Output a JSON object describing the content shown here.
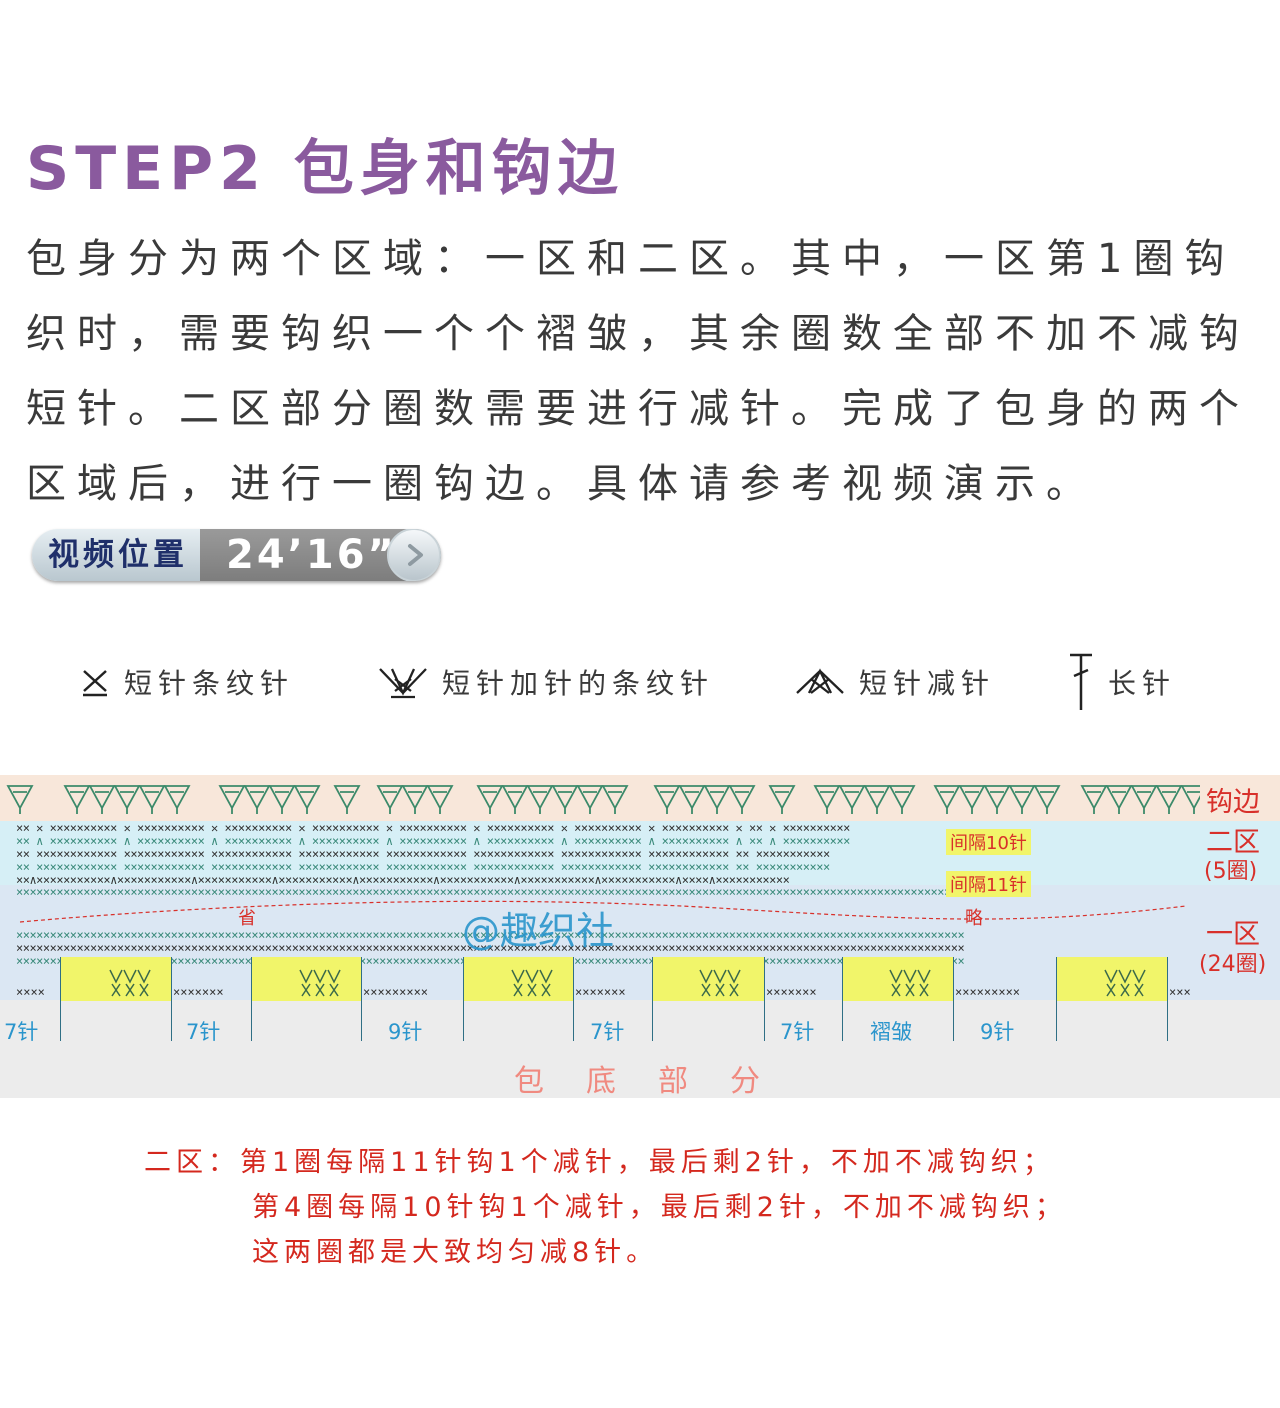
{
  "title": "STEP2 包身和钩边",
  "body": {
    "paragraph": "包身分为两个区域：一区和二区。其中，一区第1圈钩织时，需要钩织一个个褶皱，其余圈数全部不加不减钩短针。二区部分圈数需要进行减针。完成了包身的两个区域后，进行一圈钩边。具体请参考视频演示。",
    "badge_label": "视频位置",
    "badge_time": "24’16”"
  },
  "legend": [
    {
      "icon": "sc-stripe-icon",
      "label": "短针条纹针"
    },
    {
      "icon": "sc-increase-stripe-icon",
      "label": "短针加针的条纹针"
    },
    {
      "icon": "sc-decrease-icon",
      "label": "短针减针"
    },
    {
      "icon": "dc-icon",
      "label": "长针"
    }
  ],
  "diagram": {
    "colors": {
      "edge": "#f8e7da",
      "zone2": "#d6eff6",
      "zone1": "#dbe7f3",
      "base": "#ececec",
      "yellow": "#f1f56a",
      "red": "#d8302a",
      "blue": "#2a95cc"
    },
    "zone_edge": "钩边",
    "zone2_line1": "二区",
    "zone2_line2": "(5圈)",
    "zone1_line1": "一区",
    "zone1_line2": "(24圈)",
    "gap10": "间隔10针",
    "gap11": "间隔11针",
    "omit_left": "省",
    "omit_right": "略",
    "watermark": "@趣织社",
    "counts": [
      "7针",
      "7针",
      "9针",
      "7针",
      "7针",
      "褶皱",
      "9针"
    ],
    "base_label": "包　底　部　分"
  },
  "notes": {
    "line1": "二区：第1圈每隔11针钩1个减针，最后剩2针，不加不减钩织；",
    "line2": "第4圈每隔10针钩1个减针，最后剩2针，不加不减钩织；",
    "line3": "这两圈都是大致均匀减8针。"
  }
}
